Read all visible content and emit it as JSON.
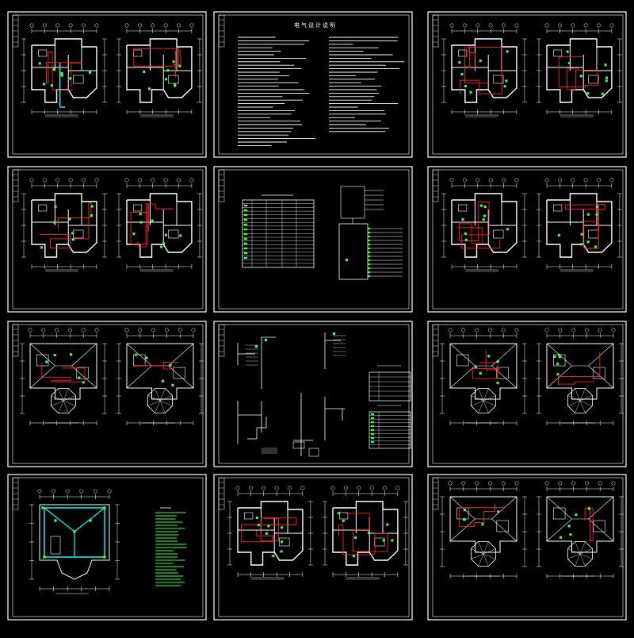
{
  "title": "电气设计说明",
  "colors": {
    "background": "#000000",
    "frame": "#ffffff",
    "wall": "#ffffff",
    "circuit": "#ff2020",
    "device": "#40ff40",
    "riser": "#00ffff"
  },
  "sheets": [
    {
      "id": "s1",
      "kind": "plan-pair",
      "variant": "a"
    },
    {
      "id": "s2",
      "kind": "notes"
    },
    {
      "id": "s3",
      "kind": "plan-pair",
      "variant": "b"
    },
    {
      "id": "s4",
      "kind": "plan-pair",
      "variant": "c"
    },
    {
      "id": "s5",
      "kind": "schedule"
    },
    {
      "id": "s6",
      "kind": "plan-pair",
      "variant": "d"
    },
    {
      "id": "s7",
      "kind": "roof-pair",
      "variant": "a"
    },
    {
      "id": "s8",
      "kind": "riser"
    },
    {
      "id": "s9",
      "kind": "roof-pair",
      "variant": "b"
    },
    {
      "id": "s10",
      "kind": "lightning"
    },
    {
      "id": "s11",
      "kind": "plan-pair",
      "variant": "e"
    },
    {
      "id": "s12",
      "kind": "roof-pair",
      "variant": "c"
    }
  ]
}
